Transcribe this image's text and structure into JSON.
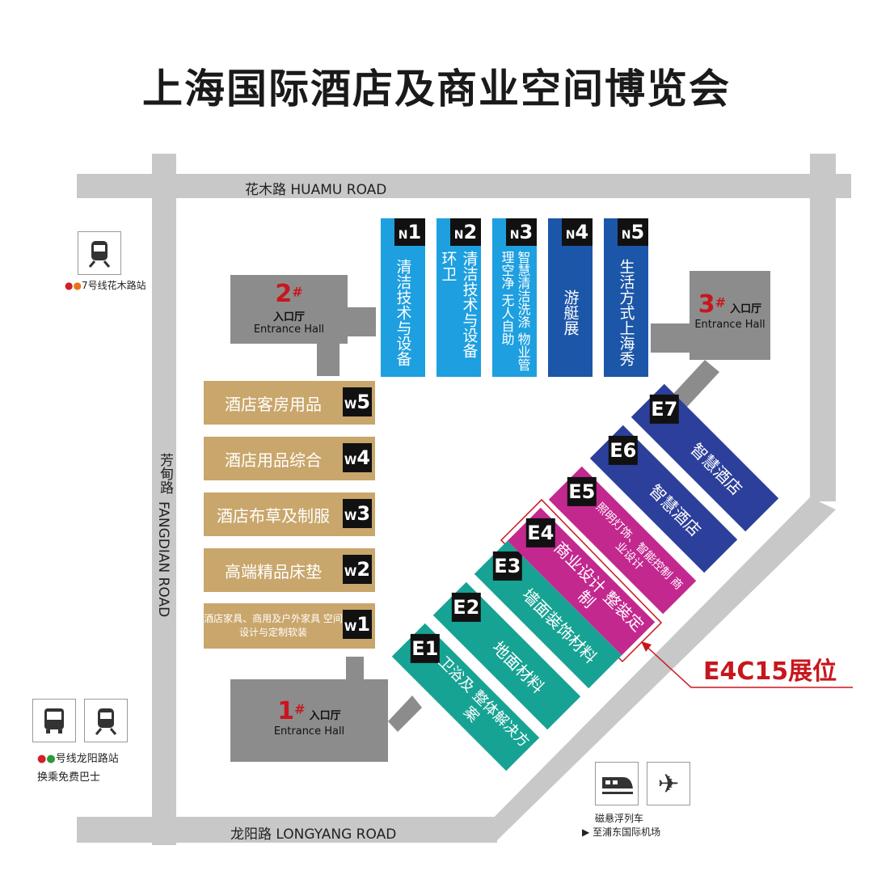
{
  "title": "上海国际酒店及商业空间博览会",
  "roads": {
    "north": "花木路  HUAMU ROAD",
    "west_cn": "芳甸路",
    "west_en": "FANGDIAN ROAD",
    "south": "龙阳路  LONGYANG ROAD"
  },
  "entrances": [
    {
      "num": "2",
      "cn": "入口厅",
      "en": "Entrance Hall"
    },
    {
      "num": "3",
      "cn": "入口厅",
      "en": "Entrance Hall"
    },
    {
      "num": "1",
      "cn": "入口厅",
      "en": "Entrance Hall"
    }
  ],
  "hash": "#",
  "north_halls": [
    {
      "letter": "N",
      "num": "1",
      "text": "清洁技术与设备"
    },
    {
      "letter": "N",
      "num": "2",
      "text": "清洁技术与设备 环卫"
    },
    {
      "letter": "N",
      "num": "3",
      "text": "智慧清洁洗涤 物业管理空净 无人自助"
    },
    {
      "letter": "N",
      "num": "4",
      "text": "游艇展"
    },
    {
      "letter": "N",
      "num": "5",
      "text": "生活方式上海秀"
    }
  ],
  "west_halls": [
    {
      "letter": "W",
      "num": "5",
      "text": "酒店客房用品"
    },
    {
      "letter": "W",
      "num": "4",
      "text": "酒店用品综合"
    },
    {
      "letter": "W",
      "num": "3",
      "text": "酒店布草及制服"
    },
    {
      "letter": "W",
      "num": "2",
      "text": "高端精品床垫"
    },
    {
      "letter": "W",
      "num": "1",
      "text": "酒店家具、商用及户外家具 空间设计与定制软装"
    }
  ],
  "east_halls": [
    {
      "label": "E1",
      "text": "卫浴及 整体解决方案"
    },
    {
      "label": "E2",
      "text": "地面材料"
    },
    {
      "label": "E3",
      "text": "墙面装饰材料"
    },
    {
      "label": "E4",
      "text": "商业设计 整装定制"
    },
    {
      "label": "E5",
      "text": "照明灯饰、智能控制 商业设计"
    },
    {
      "label": "E6",
      "text": "智慧酒店"
    },
    {
      "label": "E7",
      "text": "智慧酒店"
    }
  ],
  "booth_callout": "E4C15展位",
  "transport": {
    "metro_north": "7号线花木路站",
    "metro_south": "号线龙阳路站",
    "bus_note": "换乘免费巴士",
    "maglev": "磁悬浮列车",
    "airport": "至浦东国际机场"
  },
  "colors": {
    "road": "#c8c8c8",
    "entrance": "#8c8c8c",
    "west": "#c9a66b",
    "n_light": "#1e9fe0",
    "n_dark": "#1c56a8",
    "teal": "#17a394",
    "magenta": "#c3288f",
    "navy": "#2c3f9b",
    "callout": "#c8161d"
  }
}
